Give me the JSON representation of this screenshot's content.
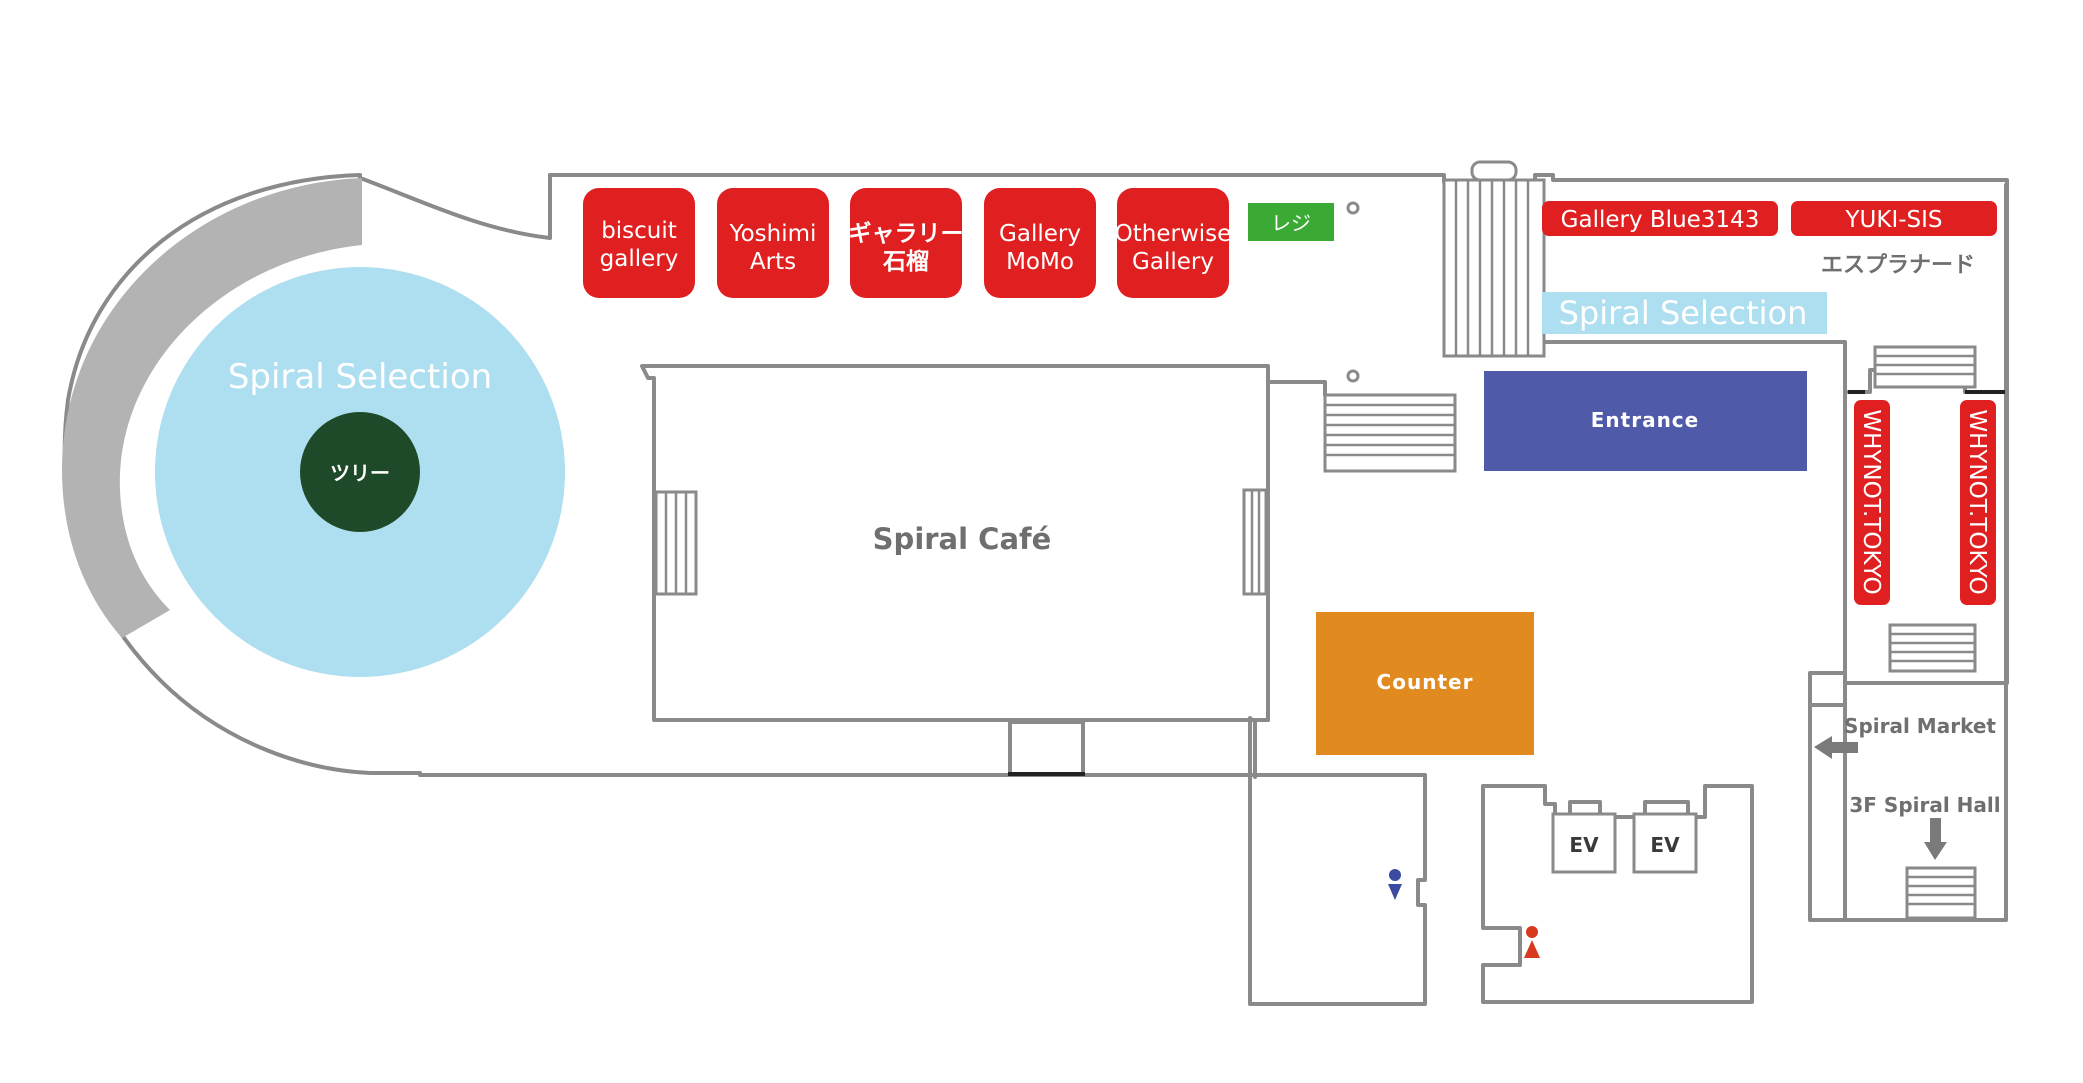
{
  "colors": {
    "wall": "#8a8a8a",
    "booth_red": "#e02020",
    "register_green": "#3aaa35",
    "selection_blue": "#aedff0",
    "tree_green": "#1e4a29",
    "ring_grey": "#b3b3b3",
    "entrance_blue": "#4f5aa8",
    "counter_orange": "#e08a20",
    "male_icon": "#3b4ba0",
    "female_icon": "#d83a1f"
  },
  "booths": {
    "biscuit": {
      "line1": "biscuit",
      "line2": "gallery"
    },
    "yoshimi": {
      "line1": "Yoshimi",
      "line2": "Arts"
    },
    "zakuro": {
      "line1": "ギャラリー",
      "line2": "石榴"
    },
    "momo": {
      "line1": "Gallery",
      "line2": "MoMo"
    },
    "otherwise": {
      "line1": "Otherwise",
      "line2": "Gallery"
    },
    "blue3143": "Gallery Blue3143",
    "yukisis": "YUKI-SIS",
    "whynot_left": "WHYNOT.TOKYO",
    "whynot_right": "WHYNOT.TOKYO"
  },
  "register": "レジ",
  "esplanade": "エスプラナード",
  "spiral_selection_main": "Spiral Selection",
  "spiral_selection_small": "Spiral Selection",
  "tree": "ツリー",
  "cafe": "Spiral Café",
  "entrance": "Entrance",
  "counter": "Counter",
  "spiral_market": "Spiral Market",
  "spiral_hall": "3F Spiral Hall",
  "ev1": "EV",
  "ev2": "EV",
  "icons": {
    "male": "male-restroom-icon",
    "female": "female-restroom-icon",
    "arrow_left": "arrow-left-icon",
    "arrow_down": "arrow-down-icon"
  }
}
